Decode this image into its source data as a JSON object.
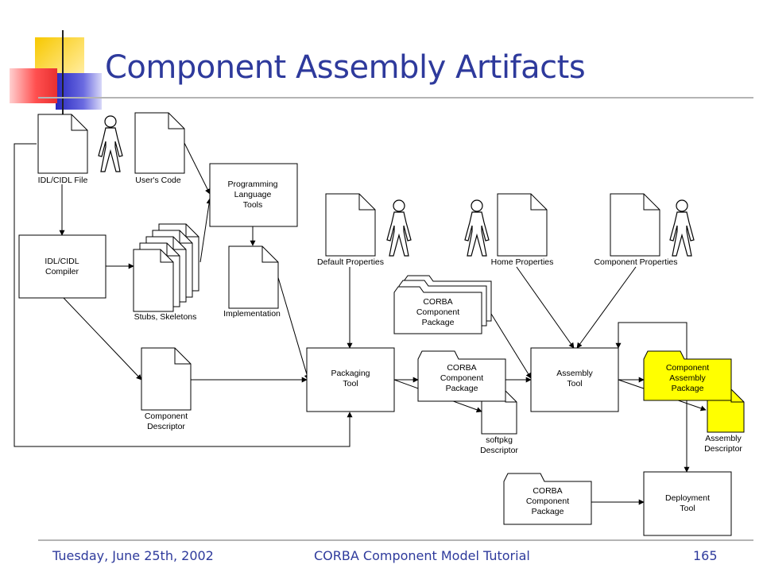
{
  "slide": {
    "title": "Component Assembly Artifacts",
    "footer": {
      "date": "Tuesday, June 25th, 2002",
      "center": "CORBA Component Model Tutorial",
      "page": "165"
    }
  },
  "colors": {
    "title": "#2e3a9c",
    "highlight": "#ffff00",
    "deco_yellow": "#f5c400",
    "deco_red": "#ff4b4b",
    "deco_blue": "#3232c8"
  },
  "diagram": {
    "docs": {
      "idl_file": "IDL/CIDL File",
      "users_code": "User's Code",
      "stubs": "Stubs, Skeletons",
      "implementation": "Implementation",
      "comp_desc": [
        "Component",
        "Descriptor"
      ],
      "default_props": "Default Properties",
      "home_props": "Home Properties",
      "component_props": "Component Properties",
      "softpkg": [
        "softpkg",
        "Descriptor"
      ],
      "assembly_desc": [
        "Assembly",
        "Descriptor"
      ]
    },
    "tools": {
      "compiler": [
        "IDL/CIDL",
        "Compiler"
      ],
      "prog_lang": [
        "Programming",
        "Language",
        "Tools"
      ],
      "packaging": [
        "Packaging",
        "Tool"
      ],
      "assembly": [
        "Assembly",
        "Tool"
      ],
      "deployment": [
        "Deployment",
        "Tool"
      ]
    },
    "packages": {
      "pkg_stack": [
        "CORBA",
        "Component",
        "Package"
      ],
      "pkg_mid": [
        "CORBA",
        "Component",
        "Package"
      ],
      "pkg_bottom": [
        "CORBA",
        "Component",
        "Package"
      ],
      "assembly_pkg": [
        "Component",
        "Assembly",
        "Package"
      ]
    }
  }
}
